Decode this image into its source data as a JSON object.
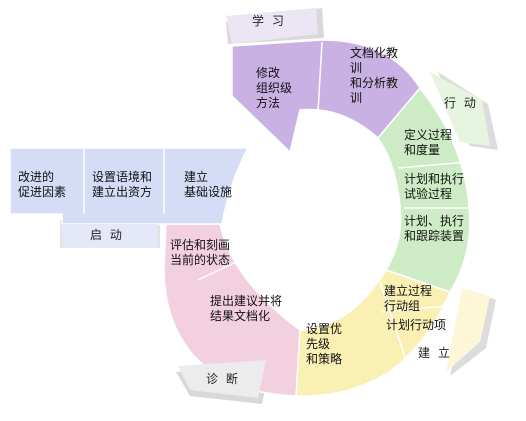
{
  "phases": {
    "learning": "学 习",
    "acting": "行 动",
    "establishing": "建 立",
    "diagnosing": "诊 断",
    "initiating": "启 动"
  },
  "steps": {
    "revise_approach": "修改\n组织级\n方法",
    "document_lessons": "文档化教\n训\n和分析教\n训",
    "define_processes": "定义过程\n和度量",
    "plan_pilot": "计划和执行\n试验过程",
    "plan_execute_track": "计划、执行\n和跟踪装置",
    "form_action_group": "建立过程\n行动组",
    "plan_actions": "计划行动项",
    "set_priorities": "设置优\n先级\n和策略",
    "propose_recommendations": "提出建议并将\n结果文档化",
    "assess_state": "评估和刻画\n当前的状态",
    "stimulus": "改进的\n促进因素",
    "set_context": "设置语境和\n建立出资方",
    "build_infrastructure": "建立\n基础设施"
  },
  "colors": {
    "learning": "#c9b1e4",
    "acting": "#cdebc4",
    "establishing": "#fbf0b4",
    "diagnosing": "#f3d0e0",
    "initiating": "#d5dcf6"
  }
}
